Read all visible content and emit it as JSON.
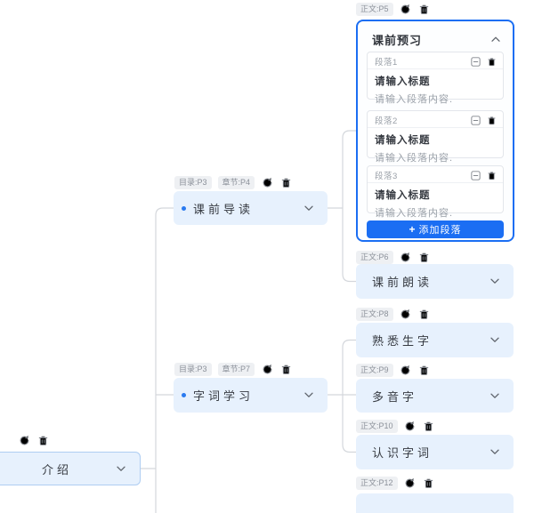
{
  "colors": {
    "accent_blue": "#1b6ef3",
    "node_fill": "#e7f1fd",
    "badge_fill": "#eef0f3",
    "badge_text": "#8b9099",
    "connector_line": "#d4d7dc",
    "bullet_dot": "#2a7af0"
  },
  "icons": {
    "refresh": "circular-arrow",
    "delete": "trash-bin",
    "collapse_paragraph": "minus-square",
    "expand_node": "chevron-down",
    "collapse_node": "chevron-up",
    "add": "+",
    "bullet": "dot"
  },
  "intro_node": {
    "label": "介绍"
  },
  "left_nodes": [
    {
      "badges": [
        "目录:P3",
        "章节:P4"
      ],
      "label": "课前导读"
    },
    {
      "badges": [
        "目录:P3",
        "章节:P7"
      ],
      "label": "字词学习"
    }
  ],
  "preview_card": {
    "badge": "正文:P5",
    "title": "课前预习",
    "paragraphs": [
      {
        "label": "段落1",
        "title_text": "请输入标题",
        "content_text": "请输入段落内容."
      },
      {
        "label": "段落2",
        "title_text": "请输入标题",
        "content_text": "请输入段落内容."
      },
      {
        "label": "段落3",
        "title_text": "请输入标题",
        "content_text": "请输入段落内容."
      }
    ],
    "add_icon": "+",
    "add_label": "添加段落"
  },
  "right_nodes": [
    {
      "badge": "正文:P6",
      "label": "课前朗读"
    },
    {
      "badge": "正文:P8",
      "label": "熟悉生字"
    },
    {
      "badge": "正文:P9",
      "label": "多音字"
    },
    {
      "badge": "正文:P10",
      "label": "认识字词"
    },
    {
      "badge": "正文:P12",
      "label": ""
    }
  ]
}
